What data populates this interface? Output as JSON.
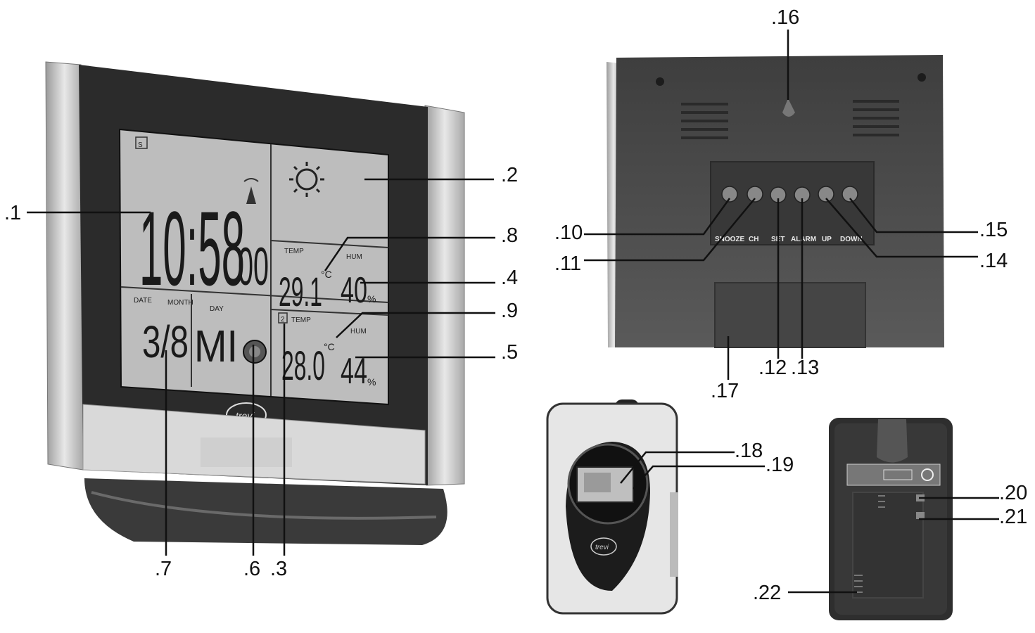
{
  "main_unit": {
    "lcd": {
      "indicator": "S",
      "time": "10:58",
      "seconds": "00",
      "forecast_text": "",
      "temp_label_1": "TEMP",
      "hum_label_1": "HUM",
      "indoor_temp": "29.1",
      "indoor_hum": "40",
      "date_label": "DATE",
      "month_label": "MONTH",
      "day_label": "DAY",
      "date_value": "3/8",
      "day_value": "MI",
      "temp_label_2": "TEMP",
      "hum_label_2": "HUM",
      "outdoor_temp": "28.0",
      "outdoor_hum": "44",
      "channel": "2",
      "unit_celsius": "°C",
      "unit_percent": "%"
    },
    "brand": "trevi"
  },
  "rear_unit": {
    "buttons": [
      "SNOOZE",
      "CH",
      "SET",
      "ALARM",
      "UP",
      "DOWN"
    ]
  },
  "sensor": {
    "brand": "trevi"
  },
  "callouts": {
    "c1": ".1",
    "c2": ".2",
    "c3": ".3",
    "c4": ".4",
    "c5": ".5",
    "c6": ".6",
    "c7": ".7",
    "c8": ".8",
    "c9": ".9",
    "c10": ".10",
    "c11": ".11",
    "c12": ".12",
    "c13": ".13",
    "c14": ".14",
    "c15": ".15",
    "c16": ".16",
    "c17": ".17",
    "c18": ".18",
    "c19": ".19",
    "c20": ".20",
    "c21": ".21",
    "c22": ".22"
  },
  "colors": {
    "frame_dark": "#2b2b2b",
    "lcd_bg": "#bdbdbd",
    "silver": "#d6d6d6",
    "rear_body": "#4a4a4a"
  }
}
